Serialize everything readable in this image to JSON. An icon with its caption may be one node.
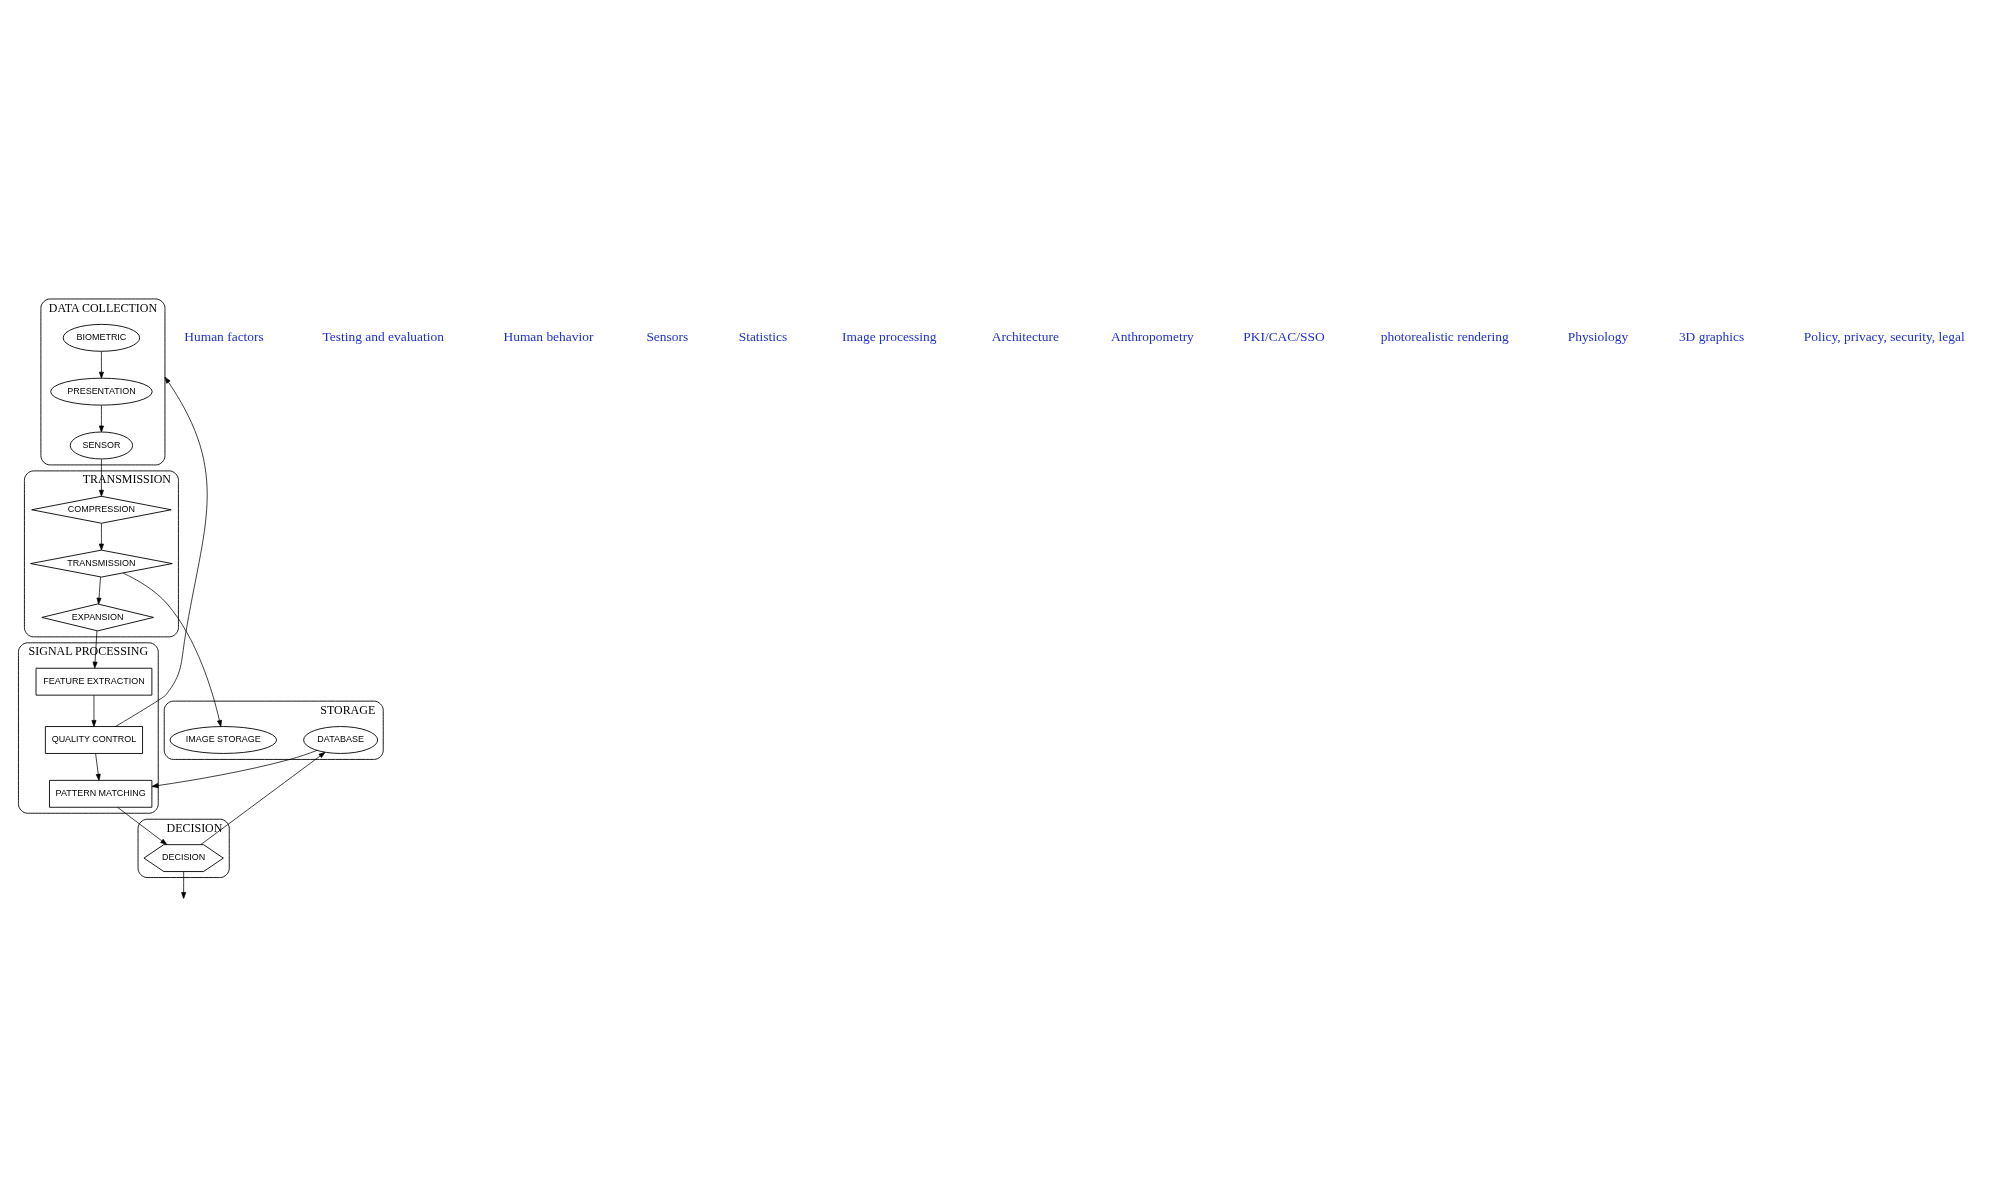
{
  "diagram": {
    "nodes": [
      {
        "text": [
          "DATA COLLECTION"
        ]
      },
      {
        "text": [
          "BIOMETRIC"
        ],
        "in": 0
      },
      {
        "text": [
          "PRESENTATION"
        ],
        "in": 0
      },
      {
        "text": [
          "SENSOR"
        ],
        "in": 0
      },
      {
        "text": [
          "SIGNAL PROCESSING"
        ]
      },
      {
        "text": [
          "PATTERN MATCHING"
        ],
        "in": 4
      },
      {
        "text": [
          "QUALITY CONTROL"
        ],
        "in": 4
      },
      {
        "text": [
          "FEATURE EXTRACTION"
        ],
        "in": 4
      },
      {
        "text": [
          "DECISION"
        ]
      },
      {
        "text": [
          "DECISION"
        ],
        "in": 8
      },
      {
        "text": [
          "TRANSMISSION"
        ]
      },
      {
        "text": [
          "COMPRESSION"
        ],
        "in": 10
      },
      {
        "text": [
          "TRANSMISSION"
        ],
        "in": 10
      },
      {
        "text": [
          "EXPANSION"
        ],
        "in": 10
      },
      {
        "text": [
          "STORAGE"
        ]
      },
      {
        "text": [
          "DATABASE"
        ],
        "in": 14
      },
      {
        "text": [
          "IMAGE STORAGE"
        ],
        "in": 14
      }
    ],
    "edges": [
      {
        "from": 1,
        "to": 2,
        "arrow": "to"
      },
      {
        "from": 2,
        "to": 3,
        "arrow": "to"
      },
      {
        "from": 3,
        "to": 11,
        "arrow": "to"
      },
      {
        "from": 11,
        "to": 12,
        "arrow": "to"
      },
      {
        "from": 12,
        "to": 13,
        "arrow": "to"
      },
      {
        "from": 13,
        "to": 7,
        "arrow": "to"
      },
      {
        "from": 7,
        "to": 6,
        "arrow": "to"
      },
      {
        "from": 6,
        "to": 5,
        "arrow": "to"
      },
      {
        "from": 6,
        "to": 0,
        "arrow": "to"
      },
      {
        "from": 5,
        "to": 9,
        "arrow": "to"
      },
      {
        "from": 9,
        "to": null,
        "arrow": "to"
      },
      {
        "from": 9,
        "to": 15,
        "arrow": "to"
      },
      {
        "from": 15,
        "to": 5,
        "arrow": "to"
      },
      {
        "from": 12,
        "to": 16,
        "arrow": "to"
      }
    ],
    "labels": [
      "Human factors",
      "Testing and evaluation",
      "Human behavior",
      "Sensors",
      "Statistics",
      "Image processing",
      "Architecture",
      "Anthropometry",
      "PKI/CAC/SSO",
      "photorealistic rendering",
      "Physiology",
      "3D graphics",
      "Policy, privacy, security, legal"
    ]
  }
}
